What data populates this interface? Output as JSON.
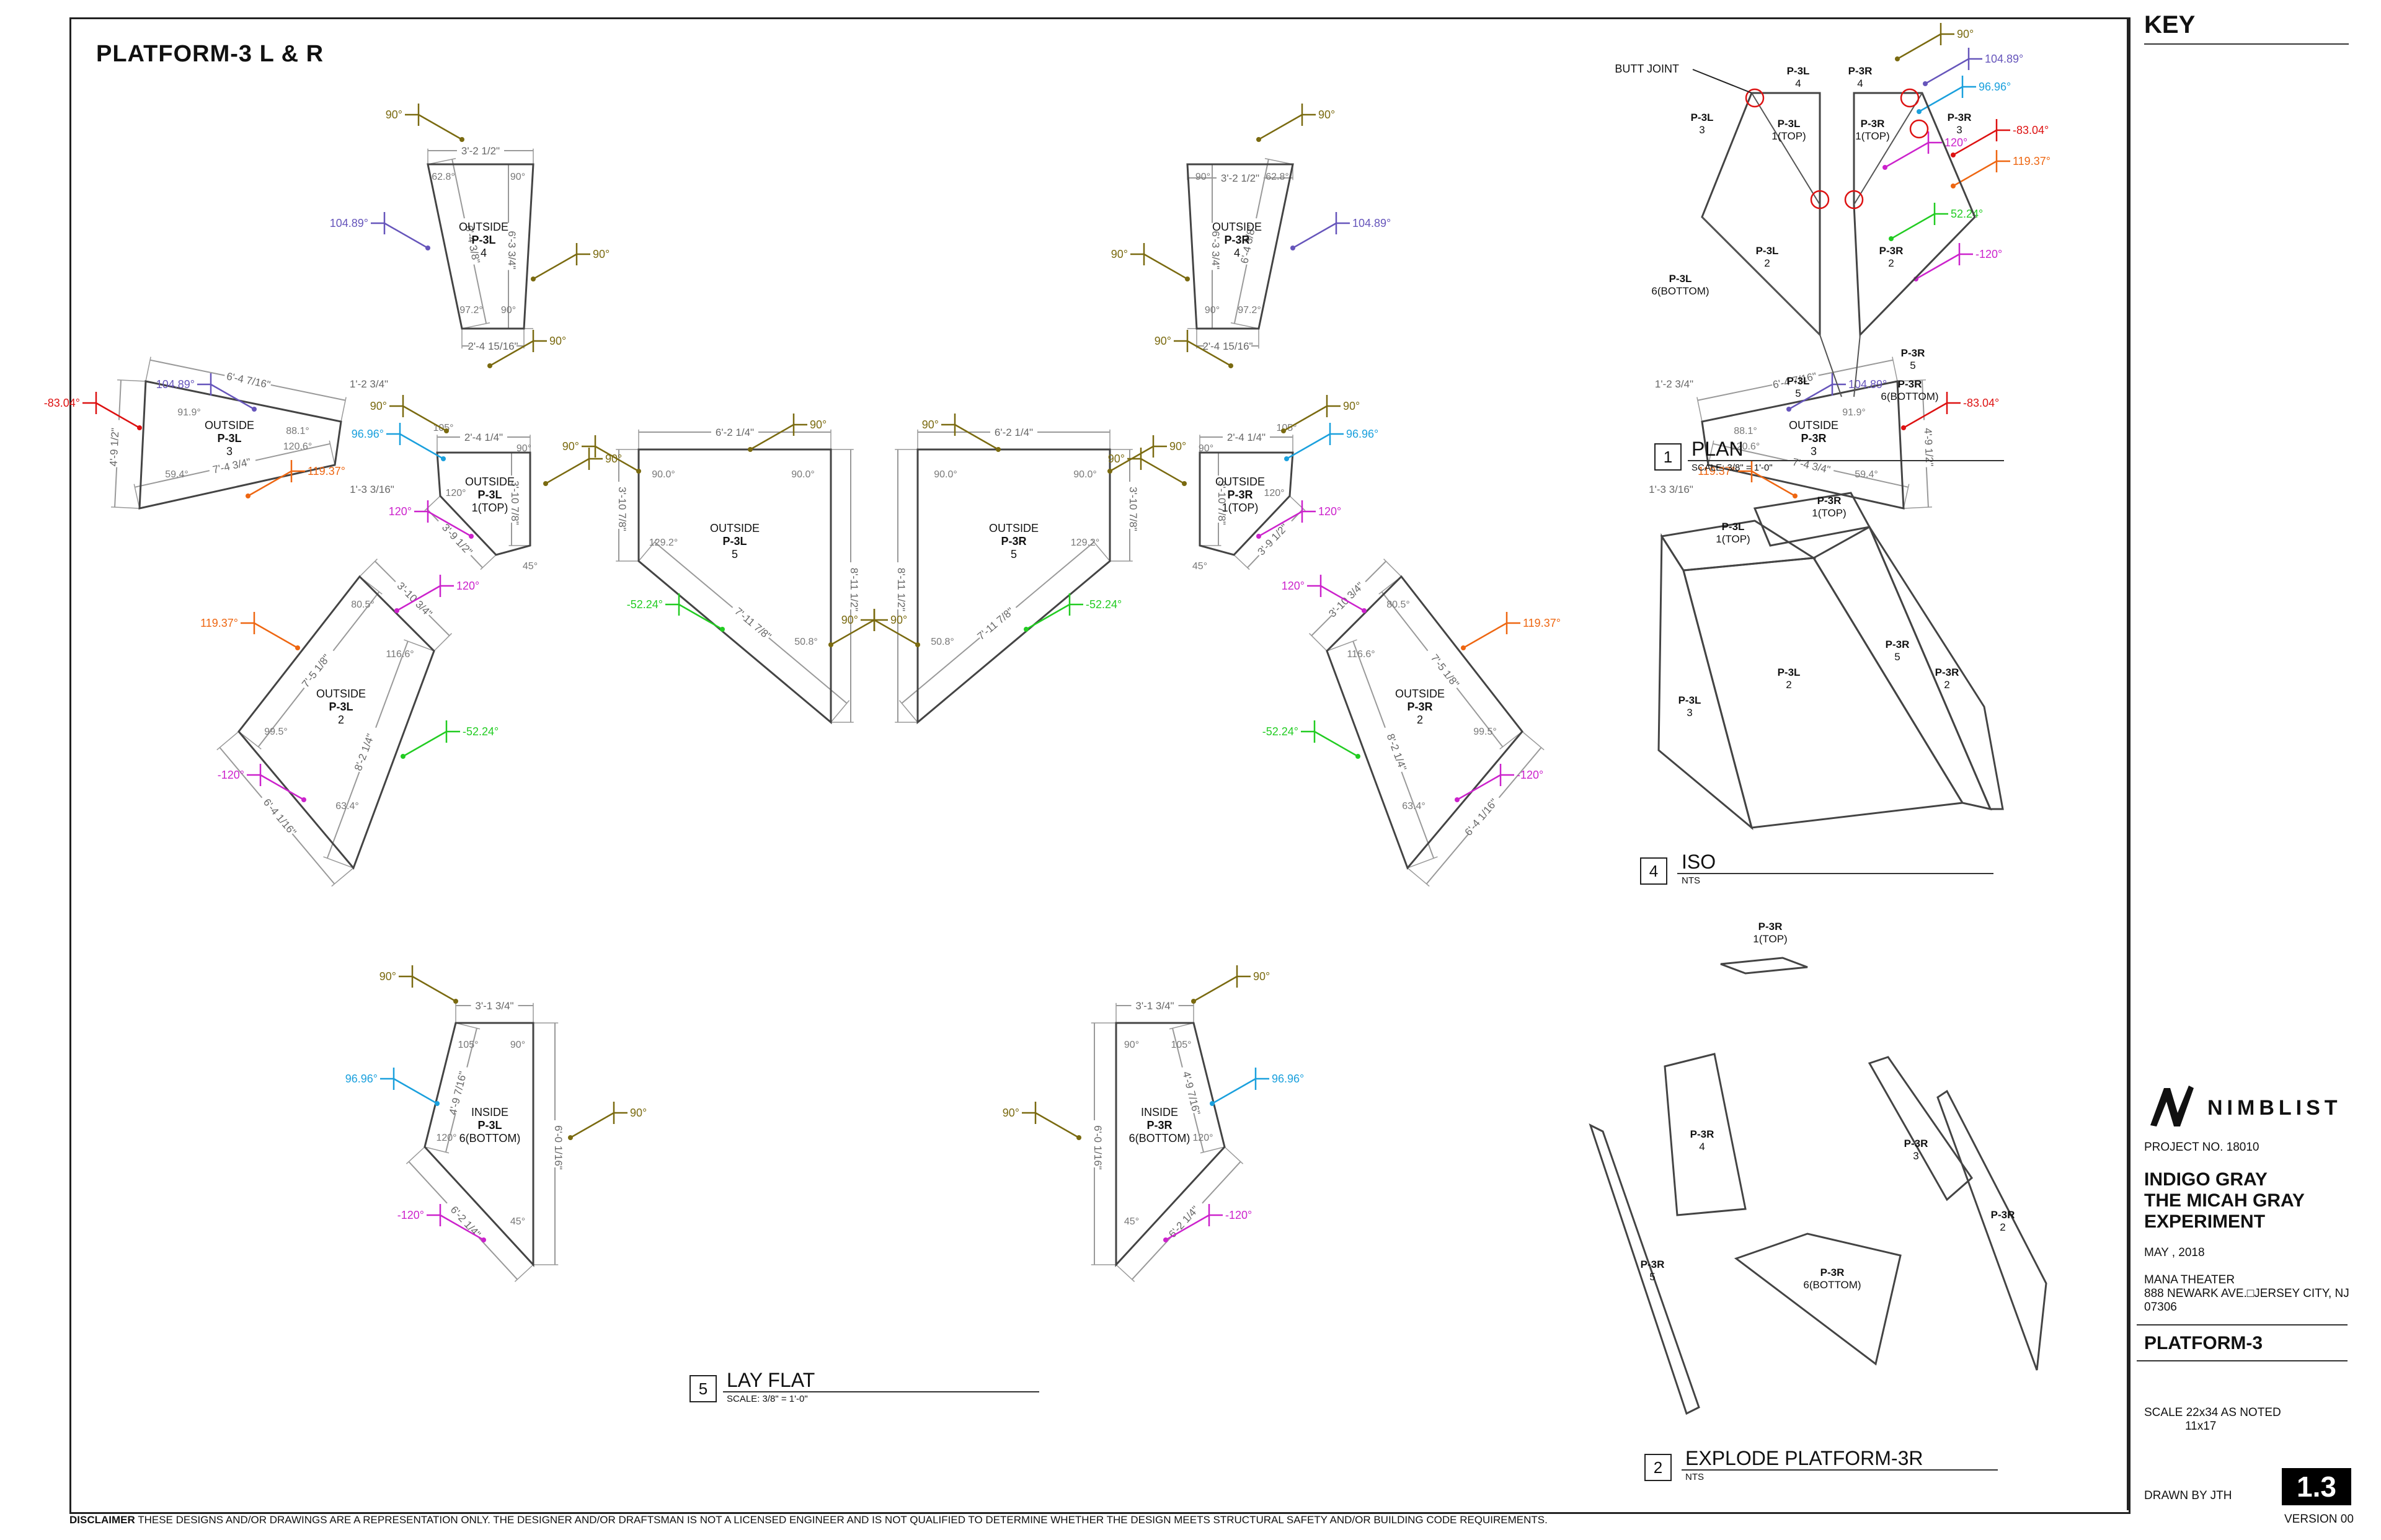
{
  "sheet_title": "PLATFORM-3 L & R",
  "key_heading": "KEY",
  "title_block": {
    "brand": "NIMBLIST",
    "project_no": "PROJECT NO. 18010",
    "project_name_lines": [
      "INDIGO GRAY",
      "THE MICAH GRAY",
      "EXPERIMENT"
    ],
    "date": "MAY , 2018",
    "venue": "MANA THEATER",
    "address": "888 NEWARK AVE.□JERSEY CITY, NJ",
    "zip": "07306",
    "sheet_name": "PLATFORM-3",
    "scale_line1": "SCALE  22x34  AS NOTED",
    "scale_line2": "11x17",
    "drawn_by": "DRAWN BY JTH",
    "sheet_number": "1.3",
    "version": "VERSION 00"
  },
  "disclaimer": {
    "label": "DISCLAIMER",
    "text": "THESE DESIGNS AND/OR DRAWINGS ARE A REPRESENTATION ONLY. THE DESIGNER AND/OR DRAFTSMAN IS NOT A LICENSED ENGINEER AND IS NOT QUALIFIED TO DETERMINE WHETHER THE DESIGN MEETS STRUCTURAL SAFETY AND/OR BUILDING CODE REQUIREMENTS."
  },
  "views": [
    {
      "number": "1",
      "title": "PLAN",
      "scale": "SCALE: 3/8\" = 1'-0\""
    },
    {
      "number": "4",
      "title": "ISO",
      "scale": "NTS"
    },
    {
      "number": "2",
      "title": "EXPLODE PLATFORM-3R",
      "scale": "NTS"
    },
    {
      "number": "5",
      "title": "LAY FLAT",
      "scale": "SCALE: 3/8\" = 1'-0\""
    }
  ],
  "colors": {
    "olive": "#7a6a10",
    "violet": "#6655bb",
    "cyan": "#1aa0dd",
    "red": "#dd1111",
    "orange": "#ee6611",
    "magenta": "#cc22cc",
    "green": "#22cc22",
    "gray": "#999999",
    "line": "#555555"
  },
  "panels": {
    "l4": {
      "lines": [
        "OUTSIDE",
        "P-3L",
        "4"
      ],
      "dims": [
        "3'-2 1/2\"",
        "6'-3 3/4\"",
        "6'-4 3/8\"",
        "2'-4 15/16\"",
        "62.8°",
        "90°",
        "97.2°",
        "90°"
      ]
    },
    "r4": {
      "lines": [
        "OUTSIDE",
        "P-3R",
        "4"
      ],
      "dims": [
        "3'-2 1/2\"",
        "6'-3 3/4\"",
        "6'-4 3/8\"",
        "2'-4 15/16\"",
        "62.8°",
        "90°",
        "97.2°",
        "90°"
      ]
    },
    "l3": {
      "lines": [
        "OUTSIDE",
        "P-3L",
        "3"
      ],
      "dims": [
        "6'-4 7/16\"",
        "4'-9 1/2\"",
        "7'-4 3/4\"",
        "1'-2 3/4\"",
        "1'-3 3/16\"",
        "91.9°",
        "88.1°",
        "120.6°",
        "59.4°"
      ]
    },
    "r3": {
      "lines": [
        "OUTSIDE",
        "P-3R",
        "3"
      ],
      "dims": [
        "6'-4 7/16\"",
        "4'-9 1/2\"",
        "7'-4 3/4\"",
        "1'-2 3/4\"",
        "1'-3 3/16\"",
        "91.9°",
        "88.1°",
        "120.6°",
        "59.4°"
      ]
    },
    "l1": {
      "lines": [
        "OUTSIDE",
        "P-3L",
        "1(TOP)"
      ],
      "dims": [
        "2'-4 1/4\"",
        "3'-10 7/8\"",
        "3'-9 1/2\"",
        "105°",
        "90°",
        "120°",
        "45°"
      ]
    },
    "r1": {
      "lines": [
        "OUTSIDE",
        "P-3R",
        "1(TOP)"
      ],
      "dims": [
        "2'-4 1/4\"",
        "3'-10 7/8\"",
        "3'-9 1/2\"",
        "105°",
        "90°",
        "120°",
        "45°"
      ]
    },
    "l5": {
      "lines": [
        "OUTSIDE",
        "P-3L",
        "5"
      ],
      "dims": [
        "6'-2 1/4\"",
        "3'-10 7/8\"",
        "8'-11 1/2\"",
        "7'-11 7/8\"",
        "90.0°",
        "90.0°",
        "129.2°",
        "50.8°"
      ]
    },
    "r5": {
      "lines": [
        "OUTSIDE",
        "P-3R",
        "5"
      ],
      "dims": [
        "6'-2 1/4\"",
        "3'-10 7/8\"",
        "8'-11 1/2\"",
        "7'-11 7/8\"",
        "90.0°",
        "90.0°",
        "129.2°",
        "50.8°"
      ]
    },
    "l2": {
      "lines": [
        "OUTSIDE",
        "P-3L",
        "2"
      ],
      "dims": [
        "3'-10 3/4\"",
        "7'-5 1/8\"",
        "8'-2 1/4\"",
        "6'-4 1/16\"",
        "80.5°",
        "116.6°",
        "99.5°",
        "63.4°"
      ]
    },
    "r2": {
      "lines": [
        "OUTSIDE",
        "P-3R",
        "2"
      ],
      "dims": [
        "3'-10 3/4\"",
        "7'-5 1/8\"",
        "8'-2 1/4\"",
        "6'-4 1/16\"",
        "80.5°",
        "116.6°",
        "99.5°",
        "63.4°"
      ]
    },
    "l6": {
      "lines": [
        "INSIDE",
        "P-3L",
        "6(BOTTOM)"
      ],
      "dims": [
        "3'-1 3/4\"",
        "4'-9 7/16\"",
        "6'-0 1/16\"",
        "6'-2 1/4\"",
        "105°",
        "90°",
        "120°",
        "45°"
      ]
    },
    "r6": {
      "lines": [
        "INSIDE",
        "P-3R",
        "6(BOTTOM)"
      ],
      "dims": [
        "3'-1 3/4\"",
        "4'-9 7/16\"",
        "6'-0 1/16\"",
        "6'-2 1/4\"",
        "105°",
        "90°",
        "120°",
        "45°"
      ]
    }
  },
  "bevels": {
    "deg90": "90°",
    "b10489": "104.89°",
    "b9696": "96.96°",
    "bm8304": "-83.04°",
    "b11937": "119.37°",
    "b120": "120°",
    "bm120": "-120°",
    "bm5224": "-52.24°",
    "b5224": "52.24°"
  },
  "plan": {
    "butt_joint": "BUTT JOINT",
    "labels": [
      [
        "P-3L",
        "4"
      ],
      [
        "P-3R",
        "4"
      ],
      [
        "P-3L",
        "3"
      ],
      [
        "P-3L",
        "1(TOP)"
      ],
      [
        "P-3R",
        "1(TOP)"
      ],
      [
        "P-3R",
        "3"
      ],
      [
        "P-3L",
        "2"
      ],
      [
        "P-3R",
        "2"
      ],
      [
        "P-3L",
        "6(BOTTOM)"
      ],
      [
        "P-3R",
        "5"
      ],
      [
        "P-3L",
        "5"
      ],
      [
        "P-3R",
        "6(BOTTOM)"
      ]
    ]
  },
  "iso": {
    "labels": [
      [
        "P-3R",
        "1(TOP)"
      ],
      [
        "P-3L",
        "1(TOP)"
      ],
      [
        "P-3L",
        "2"
      ],
      [
        "P-3R",
        "5"
      ],
      [
        "P-3R",
        "2"
      ],
      [
        "P-3L",
        "3"
      ]
    ]
  },
  "explode": {
    "labels": [
      [
        "P-3R",
        "1(TOP)"
      ],
      [
        "P-3R",
        "4"
      ],
      [
        "P-3R",
        "3"
      ],
      [
        "P-3R",
        "2"
      ],
      [
        "P-3R",
        "5"
      ],
      [
        "P-3R",
        "6(BOTTOM)"
      ]
    ]
  }
}
